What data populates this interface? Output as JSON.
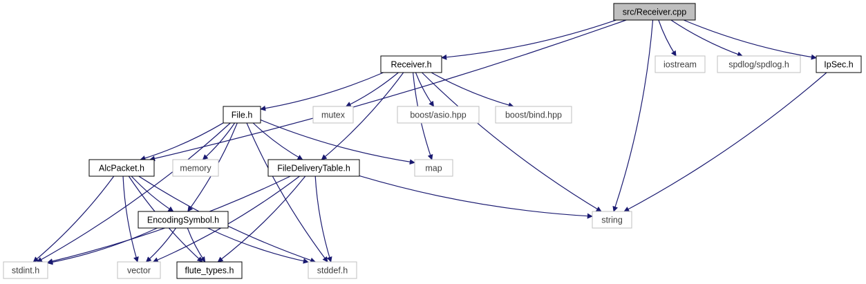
{
  "colors": {
    "edge": "#191970",
    "root_fill": "#bfbfbf",
    "local_border": "#000000",
    "external_border": "#bfbfbf",
    "text_local": "#000000",
    "text_external": "#3f3f3f"
  },
  "graph": {
    "nodes": [
      {
        "id": "receiver-cpp",
        "label": "src/Receiver.cpp",
        "kind": "root"
      },
      {
        "id": "receiver-h",
        "label": "Receiver.h",
        "kind": "local"
      },
      {
        "id": "iostream",
        "label": "iostream",
        "kind": "external"
      },
      {
        "id": "spdlog",
        "label": "spdlog/spdlog.h",
        "kind": "external"
      },
      {
        "id": "ipsec",
        "label": "IpSec.h",
        "kind": "local"
      },
      {
        "id": "file-h",
        "label": "File.h",
        "kind": "local"
      },
      {
        "id": "mutex",
        "label": "mutex",
        "kind": "external"
      },
      {
        "id": "boost-asio",
        "label": "boost/asio.hpp",
        "kind": "external"
      },
      {
        "id": "boost-bind",
        "label": "boost/bind.hpp",
        "kind": "external"
      },
      {
        "id": "alcpacket",
        "label": "AlcPacket.h",
        "kind": "local"
      },
      {
        "id": "memory",
        "label": "memory",
        "kind": "external"
      },
      {
        "id": "fdt",
        "label": "FileDeliveryTable.h",
        "kind": "local"
      },
      {
        "id": "map",
        "label": "map",
        "kind": "external"
      },
      {
        "id": "encsym",
        "label": "EncodingSymbol.h",
        "kind": "local"
      },
      {
        "id": "string",
        "label": "string",
        "kind": "external"
      },
      {
        "id": "stdint",
        "label": "stdint.h",
        "kind": "external"
      },
      {
        "id": "vector",
        "label": "vector",
        "kind": "external"
      },
      {
        "id": "flute-types",
        "label": "flute_types.h",
        "kind": "local"
      },
      {
        "id": "stddef",
        "label": "stddef.h",
        "kind": "external"
      }
    ],
    "edges": [
      [
        "receiver-cpp",
        "receiver-h"
      ],
      [
        "receiver-cpp",
        "iostream"
      ],
      [
        "receiver-cpp",
        "spdlog"
      ],
      [
        "receiver-cpp",
        "ipsec"
      ],
      [
        "receiver-cpp",
        "alcpacket"
      ],
      [
        "receiver-cpp",
        "string"
      ],
      [
        "receiver-h",
        "file-h"
      ],
      [
        "receiver-h",
        "mutex"
      ],
      [
        "receiver-h",
        "boost-asio"
      ],
      [
        "receiver-h",
        "boost-bind"
      ],
      [
        "receiver-h",
        "map"
      ],
      [
        "receiver-h",
        "fdt"
      ],
      [
        "receiver-h",
        "string"
      ],
      [
        "ipsec",
        "string"
      ],
      [
        "file-h",
        "alcpacket"
      ],
      [
        "file-h",
        "memory"
      ],
      [
        "file-h",
        "fdt"
      ],
      [
        "file-h",
        "map"
      ],
      [
        "file-h",
        "encsym"
      ],
      [
        "file-h",
        "stdint"
      ],
      [
        "file-h",
        "stddef"
      ],
      [
        "alcpacket",
        "encsym"
      ],
      [
        "alcpacket",
        "stdint"
      ],
      [
        "alcpacket",
        "vector"
      ],
      [
        "alcpacket",
        "flute-types"
      ],
      [
        "alcpacket",
        "stddef"
      ],
      [
        "fdt",
        "string"
      ],
      [
        "fdt",
        "stdint"
      ],
      [
        "fdt",
        "vector"
      ],
      [
        "fdt",
        "flute-types"
      ],
      [
        "fdt",
        "stddef"
      ],
      [
        "encsym",
        "stdint"
      ],
      [
        "encsym",
        "vector"
      ],
      [
        "encsym",
        "flute-types"
      ],
      [
        "encsym",
        "stddef"
      ]
    ]
  }
}
